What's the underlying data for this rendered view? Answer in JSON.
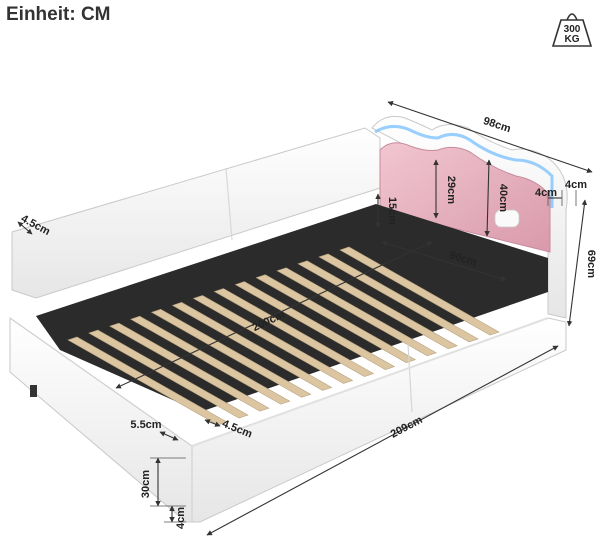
{
  "unit_label": "Einheit: CM",
  "weight_icon": {
    "icon": "weight-icon",
    "value": "300",
    "unit": "KG"
  },
  "dimensions": {
    "length_total": "209cm",
    "width_total": "98cm",
    "height_total": "69cm",
    "slat_length": "200cm",
    "headboard_inner_width": "90cm",
    "headboard_panel_height": "40cm",
    "headboard_inner_height": "29cm",
    "headboard_gap": "15cm",
    "headboard_thickness_a": "4cm",
    "headboard_thickness_b": "4cm",
    "backrest_thickness": "4.5cm",
    "slat_width": "4.5cm",
    "slat_gap": "5.5cm",
    "side_height": "30cm",
    "leg_height": "4cm"
  },
  "colors": {
    "frame": "#f4f4f4",
    "slats": "#dcc6a2",
    "panel": "#e7b4c1",
    "base": "#2b2b2b",
    "led": "#7fc3ff"
  }
}
